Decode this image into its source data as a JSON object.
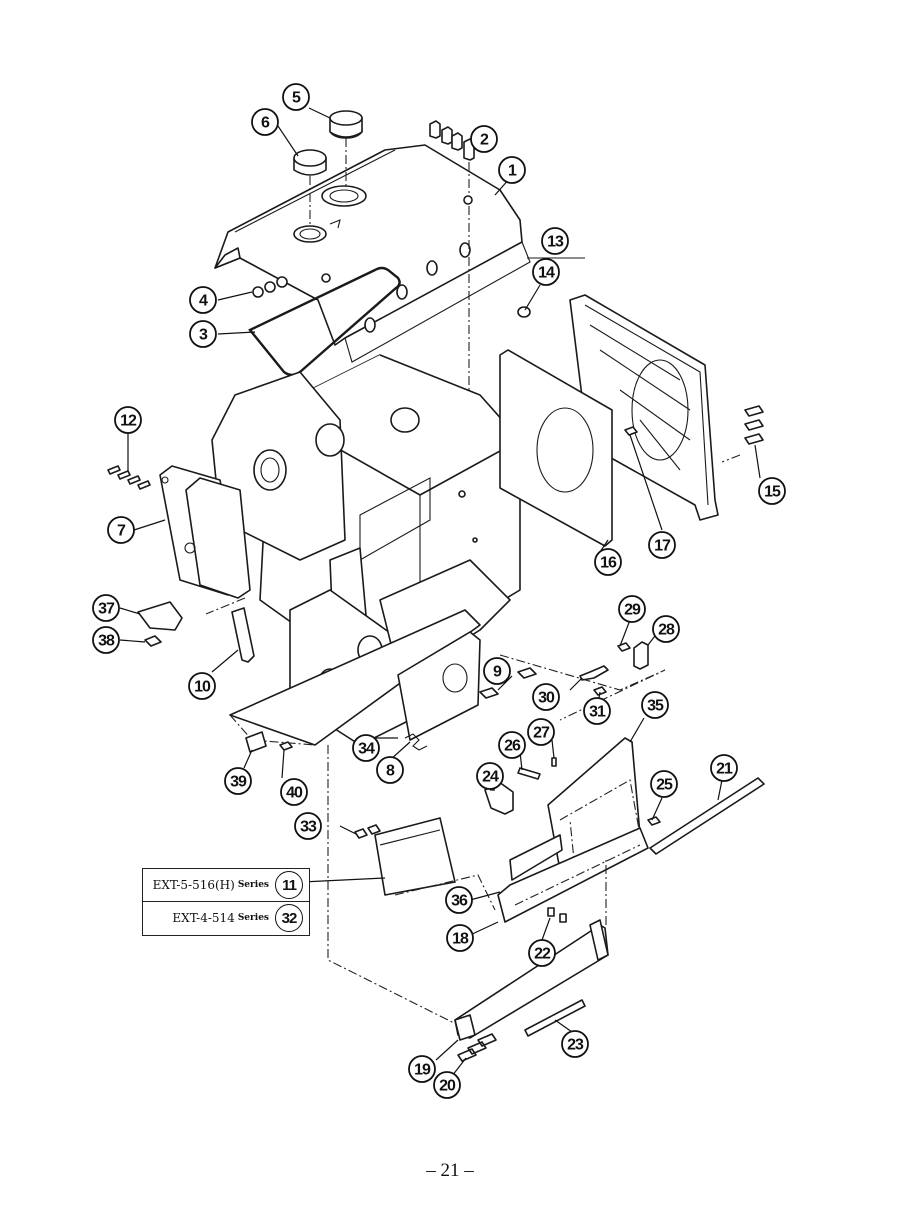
{
  "document": {
    "type": "exploded parts diagram",
    "page_number": "– 21 –"
  },
  "callouts": [
    "1",
    "2",
    "3",
    "4",
    "5",
    "6",
    "7",
    "8",
    "9",
    "10",
    "12",
    "13",
    "14",
    "15",
    "16",
    "17",
    "18",
    "19",
    "20",
    "21",
    "22",
    "23",
    "24",
    "25",
    "26",
    "27",
    "28",
    "29",
    "30",
    "31",
    "33",
    "34",
    "35",
    "36",
    "37",
    "38",
    "39",
    "40"
  ],
  "series_table": {
    "rows": [
      {
        "model": "EXT-5-516(H)",
        "suffix": "Series",
        "part": "11"
      },
      {
        "model": "EXT-4-514",
        "suffix": "Series",
        "part": "32"
      }
    ]
  },
  "parts": {
    "top_cover": "1",
    "cover_screws": "2",
    "gasket": "3",
    "nuts": "4",
    "cap_large": "5",
    "cap_small": "6",
    "side_cover": "7",
    "clip": "8",
    "screws_9": "9",
    "pin": "10",
    "screws_12": "12",
    "end_cover_assembly": "13",
    "plug": "14",
    "screws_15": "15",
    "plate": "16",
    "screw_17": "17",
    "guard": "18",
    "slide_bracket": "19",
    "screws_20": "20",
    "rod": "21",
    "set_screws": "22",
    "spring_23": "23",
    "bracket_24": "24",
    "screw_25": "25",
    "spring_26": "26",
    "screw_27": "27",
    "bracket_28": "28",
    "screw_29": "29",
    "washer_30": "30",
    "screw_31": "31",
    "screws_33": "33",
    "plate_34": "34",
    "cover_35": "35",
    "pin_36": "36",
    "latch_37": "37",
    "screw_38": "38",
    "clip_39": "39",
    "screw_40": "40"
  }
}
